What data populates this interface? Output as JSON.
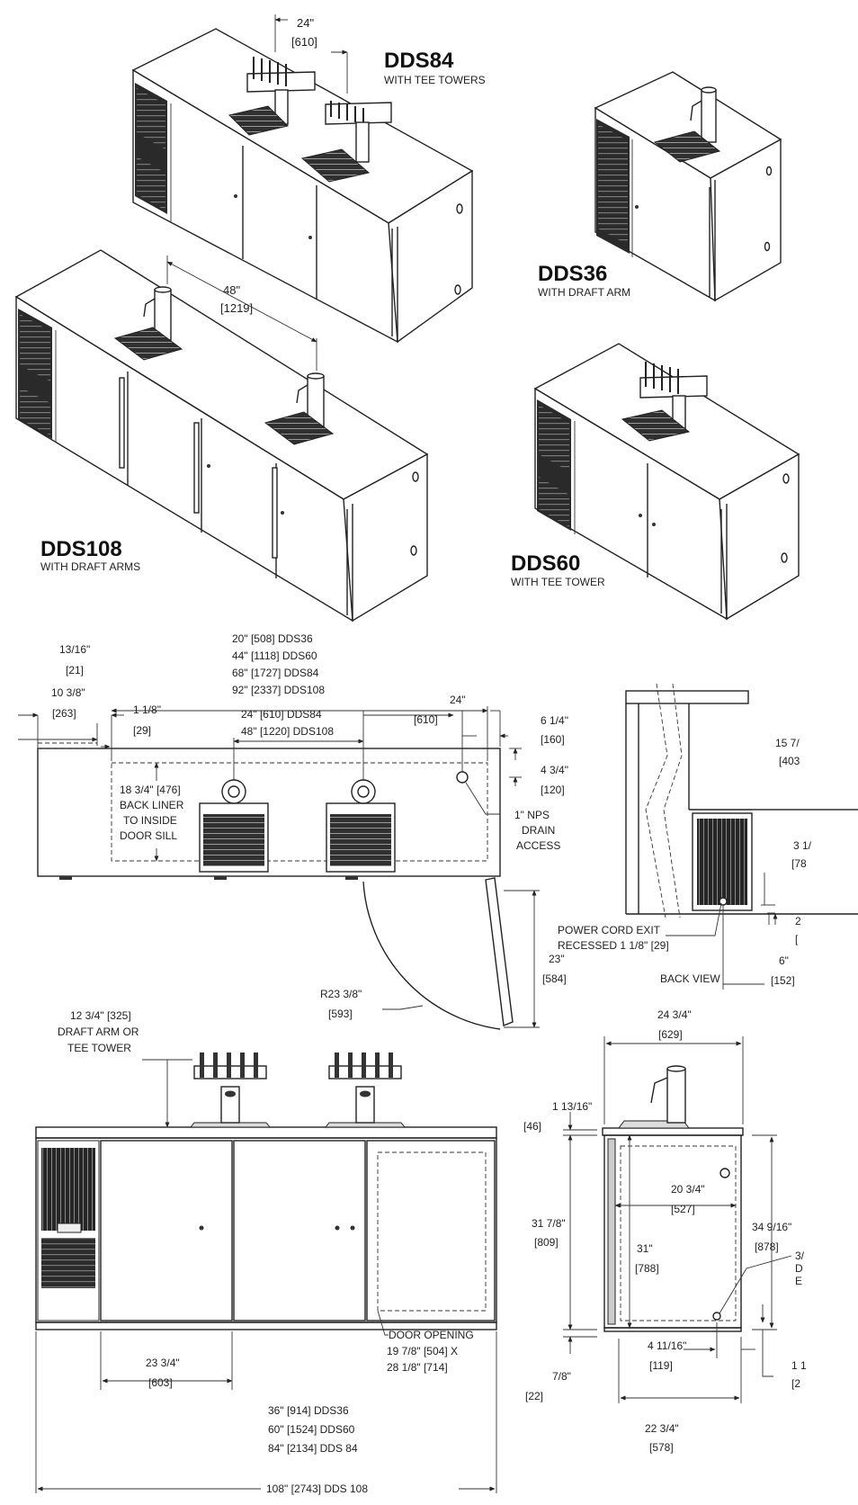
{
  "models": {
    "dds84": {
      "name": "DDS84",
      "sub": "WITH TEE TOWERS",
      "dim_in": "24\"",
      "dim_mm": "[610]"
    },
    "dds36": {
      "name": "DDS36",
      "sub": "WITH DRAFT ARM"
    },
    "dds108": {
      "name": "DDS108",
      "sub": "WITH DRAFT ARMS",
      "dim_in": "48\"",
      "dim_mm": "[1219]"
    },
    "dds60": {
      "name": "DDS60",
      "sub": "WITH TEE TOWER"
    }
  },
  "top_view": {
    "w1": "20\" [508] DDS36",
    "w2": "44\" [1118] DDS60",
    "w3": "68\" [1727] DDS84",
    "w4": "92\" [2337] DDS108",
    "a_in": "13/16\"",
    "a_mm": "[21]",
    "b_in": "10 3/8\"",
    "b_mm": "[263]",
    "c_in": "1 1/8\"",
    "c_mm": "[29]",
    "sp1": "24\" [610] DDS84",
    "sp2": "48\" [1220] DDS108",
    "e_in": "24\"",
    "e_mm": "[610]",
    "f_in": "6 1/4\"",
    "f_mm": "[160]",
    "g_in": "4 3/4\"",
    "g_mm": "[120]",
    "liner1": "18 3/4\" [476]",
    "liner2": "BACK LINER",
    "liner3": "TO INSIDE",
    "liner4": "DOOR SILL",
    "drain1": "1\" NPS",
    "drain2": "DRAIN",
    "drain3": "ACCESS",
    "door_in": "23\"",
    "door_mm": "[584]",
    "r_in": "R23 3/8\"",
    "r_mm": "[593]"
  },
  "back_view": {
    "h_in": "15 7/",
    "h_mm": "[403",
    "i_in": "3 1/",
    "i_mm": "[78",
    "j_in": "2",
    "j_mm": "[",
    "k_in": "6\"",
    "k_mm": "[152]",
    "cord1": "POWER CORD EXIT",
    "cord2": "RECESSED 1 1/8\" [29]",
    "label": "BACK VIEW"
  },
  "front_view": {
    "tower1": "12 3/4\" [325]",
    "tower2": "DRAFT ARM OR",
    "tower3": "TEE TOWER",
    "d_in": "23 3/4\"",
    "d_mm": "[603]",
    "l1": "36\" [914] DDS36",
    "l2": "60\" [1524] DDS60",
    "l3": "84\" [2134] DDS 84",
    "l4": "108\" [2743] DDS 108",
    "door1": "DOOR OPENING",
    "door2": "19 7/8\" [504] X",
    "door3": "28 1/8\" [714]"
  },
  "side_view": {
    "depth_in": "24 3/4\"",
    "depth_mm": "[629]",
    "top_in": "1 13/16\"",
    "top_mm": "[46]",
    "h1_in": "31 7/8\"",
    "h1_mm": "[809]",
    "in_in": "20 3/4\"",
    "in_mm": "[527]",
    "h2_in": "31\"",
    "h2_mm": "[788]",
    "h3_in": "34 9/16\"",
    "h3_mm": "[878]",
    "cut1": "3/",
    "cut2": "D",
    "cut3": "E",
    "b1_in": "4 11/16\"",
    "b1_mm": "[119]",
    "b2_in": "7/8\"",
    "b2_mm": "[22]",
    "b3_in": "22 3/4\"",
    "b3_mm": "[578]",
    "b4_in": "1 1",
    "b4_mm": "[2"
  }
}
